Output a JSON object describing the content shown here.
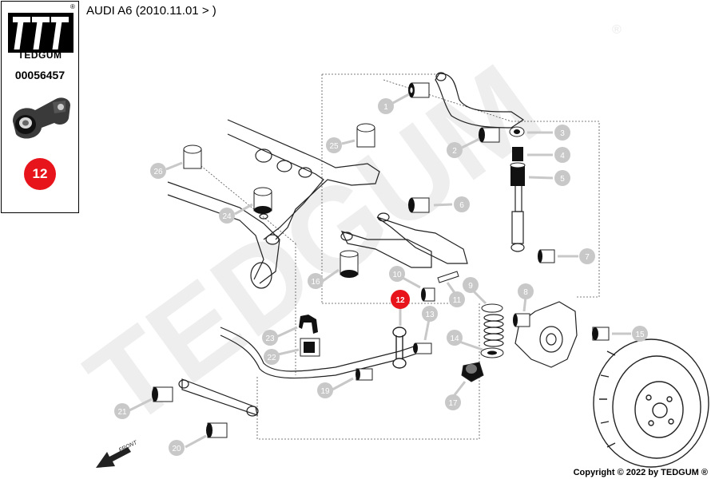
{
  "brand": {
    "name": "TEDGUM",
    "registered_mark": "®"
  },
  "part": {
    "number": "00056457",
    "position_badge": "12"
  },
  "vehicle": {
    "title": "AUDI A6 (2010.11.01 > )"
  },
  "watermark": {
    "text": "TEDGUM",
    "registered_mark": "®"
  },
  "diagram": {
    "front_label": "FRONT",
    "highlight_color": "#e8141c",
    "callout_color": "#c8c8c8",
    "callouts": [
      "1",
      "2",
      "3",
      "4",
      "5",
      "6",
      "7",
      "8",
      "9",
      "10",
      "11",
      "12",
      "13",
      "14",
      "15",
      "16",
      "17",
      "19",
      "20",
      "21",
      "22",
      "23",
      "24",
      "25",
      "26"
    ]
  },
  "footer": {
    "copyright": "Copyright © 2022 by TEDGUM ®"
  }
}
